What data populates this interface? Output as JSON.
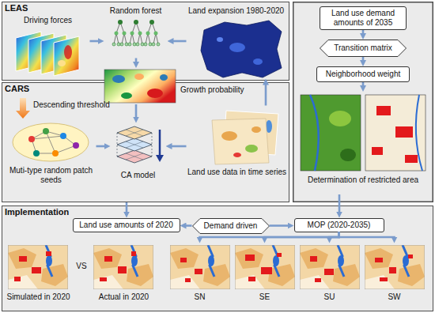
{
  "diagram": {
    "nodes": [
      {
        "text": [
          "LEAS"
        ]
      },
      {
        "text": [
          "Driving forces"
        ],
        "in": 0
      },
      {
        "text": [
          "Random forest"
        ],
        "in": 0
      },
      {
        "text": [
          "Land expansion 1980-2020"
        ],
        "in": 0
      },
      {
        "text": [
          "CARS"
        ]
      },
      {
        "text": [
          "Growth probability"
        ]
      },
      {
        "text": [
          "Muti-type random patch seeds"
        ],
        "in": 4
      },
      {
        "text": [
          "CA model"
        ],
        "in": 4
      },
      {
        "text": [
          "Land use data in time series"
        ],
        "in": 4
      },
      {
        "text": [
          "Land use demand amounts of 2035"
        ]
      },
      {
        "text": [
          "Transition matrix"
        ]
      },
      {
        "text": [
          "Neighborhood weight"
        ]
      },
      {
        "text": [
          "Determination of restricted area"
        ]
      },
      {
        "text": [
          "Implementation"
        ]
      },
      {
        "text": [
          "Land use amounts of 2020"
        ],
        "in": 13
      },
      {
        "text": [
          "Demand driven"
        ],
        "in": 13
      },
      {
        "text": [
          "MOP (2020-2035)"
        ],
        "in": 13
      },
      {
        "text": [
          "Simulated in 2020"
        ],
        "in": 13
      },
      {
        "text": [
          "Actual in 2020"
        ],
        "in": 13
      },
      {
        "text": [
          "SN"
        ],
        "in": 13
      },
      {
        "text": [
          "SE"
        ],
        "in": 13
      },
      {
        "text": [
          "SU"
        ],
        "in": 13
      },
      {
        "text": [
          "SW"
        ],
        "in": 13
      }
    ],
    "edges": [
      {
        "from": 1,
        "to": 2,
        "arrow": "to"
      },
      {
        "from": 3,
        "to": 2,
        "arrow": "to"
      },
      {
        "from": 2,
        "to": 5,
        "arrow": "to"
      },
      {
        "from": 5,
        "to": 7,
        "arrow": "to"
      },
      {
        "from": 6,
        "to": 7,
        "arrow": "to"
      },
      {
        "from": 8,
        "to": 7,
        "arrow": "to"
      },
      {
        "from": 8,
        "to": 3,
        "arrow": "to"
      },
      {
        "from": 9,
        "to": 10,
        "arrow": "to"
      },
      {
        "from": 10,
        "to": 11,
        "arrow": "to"
      },
      {
        "from": 11,
        "to": 12,
        "arrow": "to"
      },
      {
        "from": 4,
        "to": 14,
        "arrow": "to"
      },
      {
        "from": 12,
        "to": 16,
        "arrow": "to"
      },
      {
        "from": 15,
        "to": 14,
        "arrow": "to"
      },
      {
        "from": 15,
        "to": 16,
        "arrow": "to"
      },
      {
        "from": 16,
        "to": 19,
        "arrow": "to"
      },
      {
        "from": 16,
        "to": 20,
        "arrow": "to"
      },
      {
        "from": 16,
        "to": 21,
        "arrow": "to"
      },
      {
        "from": 16,
        "to": 22,
        "arrow": "to"
      }
    ],
    "labels": [
      "Descending threshold",
      "VS"
    ]
  }
}
